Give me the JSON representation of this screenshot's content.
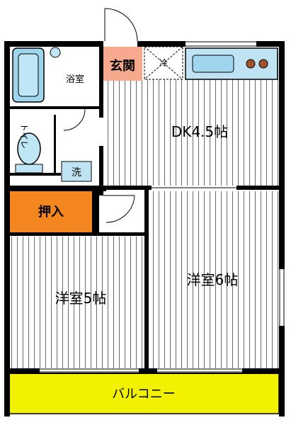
{
  "rooms": {
    "bath": "浴室",
    "entrance": "玄関",
    "fridge": "冷",
    "dk": "DK4.5帖",
    "toilet": "トイレ",
    "washer": "洗",
    "closet": "押入",
    "western5": "洋室5帖",
    "western6": "洋室6帖",
    "balcony": "バルコニー"
  },
  "colors": {
    "wall": "#000000",
    "bath_blue": "#9fd6ee",
    "entrance_orange": "#f6a98c",
    "closet_orange": "#f4861f",
    "balcony_yellow": "#f2f200",
    "stove_burner": "#a0522d",
    "kitchen_counter": "#bfe3f3",
    "stripe": "#6b6b6b"
  },
  "icons": [
    "bathtub-icon",
    "sink-icon",
    "toilet-icon",
    "washer-icon",
    "stove-icon",
    "door-swing-icon"
  ]
}
